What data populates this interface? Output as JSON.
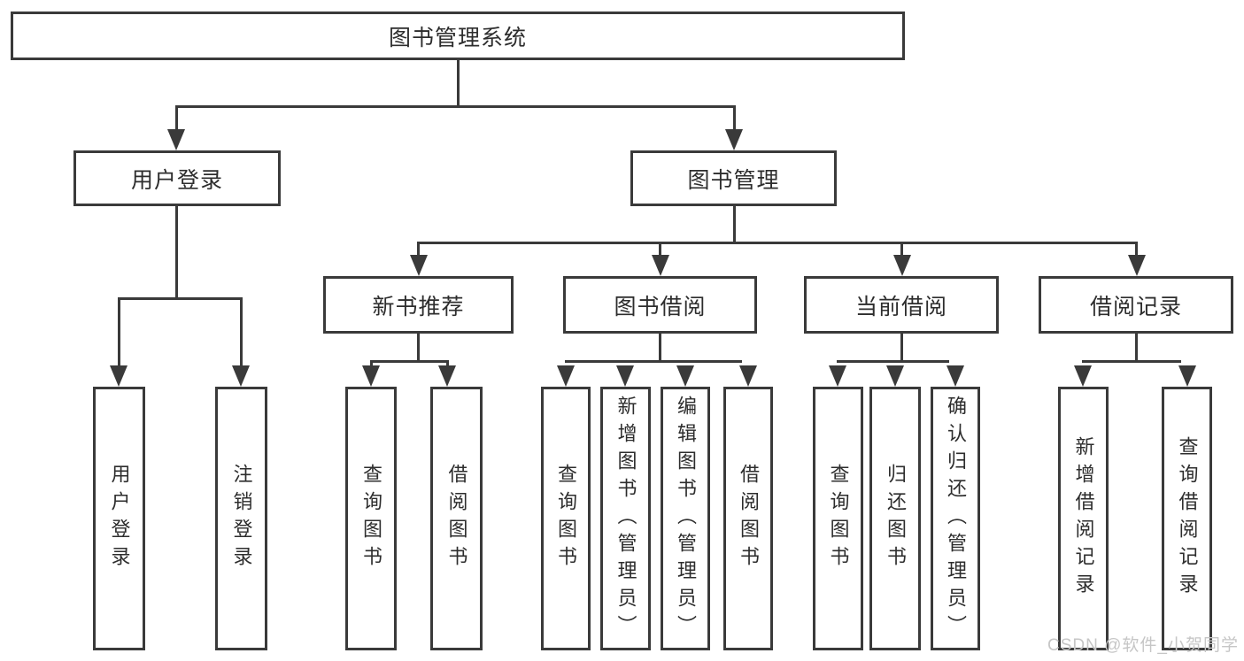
{
  "nodes": {
    "root": "图书管理系统",
    "level2": [
      "用户登录",
      "图书管理"
    ],
    "level3": [
      "新书推荐",
      "图书借阅",
      "当前借阅",
      "借阅记录"
    ],
    "login_children": [
      "用户登录",
      "注销登录"
    ],
    "recommend_children": [
      "查询图书",
      "借阅图书"
    ],
    "borrow_children": [
      "查询图书",
      "新增图书（管理员）",
      "编辑图书（管理员）",
      "借阅图书"
    ],
    "current_children": [
      "查询图书",
      "归还图书",
      "确认归还（管理员）"
    ],
    "records_children": [
      "新增借阅记录",
      "查询借阅记录"
    ]
  },
  "watermark": "CSDN @软件_小贺同学",
  "colors": {
    "line": "#3a3a3a",
    "box_border": "#3a3a3a",
    "box_fill": "#ffffff",
    "text": "#2d2d2d",
    "watermark": "#c6c6c6"
  }
}
